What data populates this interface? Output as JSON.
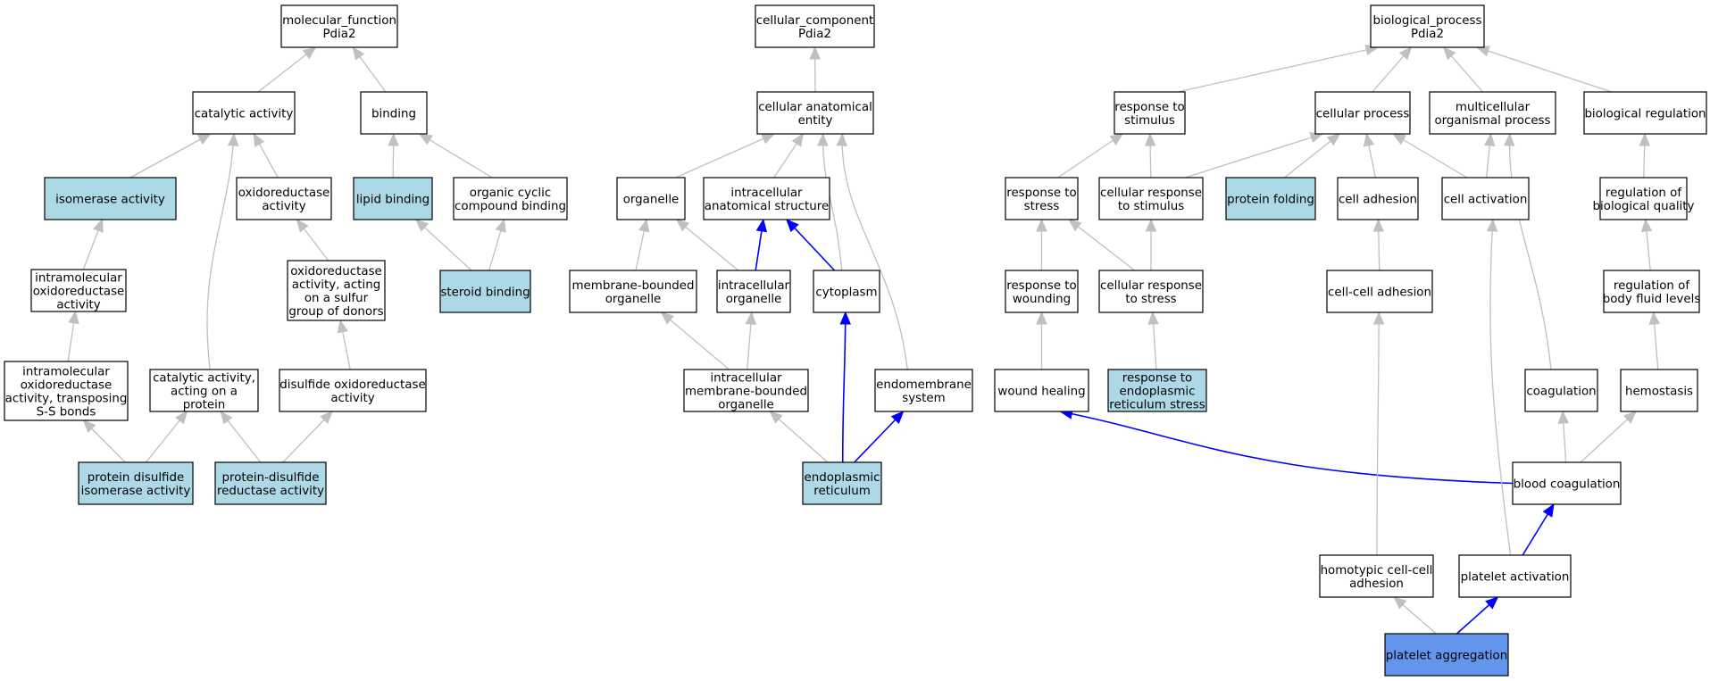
{
  "colors": {
    "default_fill": "#ffffff",
    "highlight_fill": "#add8e6",
    "focus_fill": "#6495ed",
    "gray_edge": "#c0c0c0",
    "blue_edge": "#0000ff"
  },
  "nodes": {
    "mf_root": {
      "lines": [
        "molecular_function",
        "Pdia2"
      ],
      "fill": "default"
    },
    "cat": {
      "lines": [
        "catalytic activity"
      ],
      "fill": "default"
    },
    "binding": {
      "lines": [
        "binding"
      ],
      "fill": "default"
    },
    "isomerase": {
      "lines": [
        "isomerase activity"
      ],
      "fill": "highlight"
    },
    "oxred": {
      "lines": [
        "oxidoreductase",
        "activity"
      ],
      "fill": "default"
    },
    "lipid": {
      "lines": [
        "lipid binding"
      ],
      "fill": "highlight"
    },
    "orgcyc": {
      "lines": [
        "organic cyclic",
        "compound binding"
      ],
      "fill": "default"
    },
    "intraox": {
      "lines": [
        "intramolecular",
        "oxidoreductase",
        "activity"
      ],
      "fill": "default"
    },
    "oxsulf": {
      "lines": [
        "oxidoreductase",
        "activity, acting",
        "on a sulfur",
        "group of donors"
      ],
      "fill": "default"
    },
    "steroid": {
      "lines": [
        "steroid binding"
      ],
      "fill": "highlight"
    },
    "intraoxss": {
      "lines": [
        "intramolecular",
        "oxidoreductase",
        "activity, transposing",
        "S-S bonds"
      ],
      "fill": "default"
    },
    "catprot": {
      "lines": [
        "catalytic activity,",
        "acting on a",
        "protein"
      ],
      "fill": "default"
    },
    "disulf": {
      "lines": [
        "disulfide oxidoreductase",
        "activity"
      ],
      "fill": "default"
    },
    "pdi": {
      "lines": [
        "protein disulfide",
        "isomerase activity"
      ],
      "fill": "highlight"
    },
    "pdr": {
      "lines": [
        "protein-disulfide",
        "reductase activity"
      ],
      "fill": "highlight"
    },
    "cc_root": {
      "lines": [
        "cellular_component",
        "Pdia2"
      ],
      "fill": "default"
    },
    "cae": {
      "lines": [
        "cellular anatomical",
        "entity"
      ],
      "fill": "default"
    },
    "organelle": {
      "lines": [
        "organelle"
      ],
      "fill": "default"
    },
    "ias": {
      "lines": [
        "intracellular",
        "anatomical structure"
      ],
      "fill": "default"
    },
    "mbo": {
      "lines": [
        "membrane-bounded",
        "organelle"
      ],
      "fill": "default"
    },
    "io": {
      "lines": [
        "intracellular",
        "organelle"
      ],
      "fill": "default"
    },
    "cyto": {
      "lines": [
        "cytoplasm"
      ],
      "fill": "default"
    },
    "imbo": {
      "lines": [
        "intracellular",
        "membrane-bounded",
        "organelle"
      ],
      "fill": "default"
    },
    "endo": {
      "lines": [
        "endomembrane",
        "system"
      ],
      "fill": "default"
    },
    "er": {
      "lines": [
        "endoplasmic",
        "reticulum"
      ],
      "fill": "highlight"
    },
    "bp_root": {
      "lines": [
        "biological_process",
        "Pdia2"
      ],
      "fill": "default"
    },
    "rstim": {
      "lines": [
        "response to",
        "stimulus"
      ],
      "fill": "default"
    },
    "cproc": {
      "lines": [
        "cellular process"
      ],
      "fill": "default"
    },
    "multi": {
      "lines": [
        "multicellular",
        "organismal process"
      ],
      "fill": "default"
    },
    "bioreg": {
      "lines": [
        "biological regulation"
      ],
      "fill": "default"
    },
    "rstress": {
      "lines": [
        "response to",
        "stress"
      ],
      "fill": "default"
    },
    "crstim": {
      "lines": [
        "cellular response",
        "to stimulus"
      ],
      "fill": "default"
    },
    "pfold": {
      "lines": [
        "protein folding"
      ],
      "fill": "highlight"
    },
    "cadh": {
      "lines": [
        "cell adhesion"
      ],
      "fill": "default"
    },
    "cact": {
      "lines": [
        "cell activation"
      ],
      "fill": "default"
    },
    "rbq": {
      "lines": [
        "regulation of",
        "biological quality"
      ],
      "fill": "default"
    },
    "rwound": {
      "lines": [
        "response to",
        "wounding"
      ],
      "fill": "default"
    },
    "crstress": {
      "lines": [
        "cellular response",
        "to stress"
      ],
      "fill": "default"
    },
    "ccadh": {
      "lines": [
        "cell-cell adhesion"
      ],
      "fill": "default"
    },
    "rbfl": {
      "lines": [
        "regulation of",
        "body fluid levels"
      ],
      "fill": "default"
    },
    "wheal": {
      "lines": [
        "wound healing"
      ],
      "fill": "default"
    },
    "rers": {
      "lines": [
        "response to",
        "endoplasmic",
        "reticulum stress"
      ],
      "fill": "highlight"
    },
    "coag": {
      "lines": [
        "coagulation"
      ],
      "fill": "default"
    },
    "hemo": {
      "lines": [
        "hemostasis"
      ],
      "fill": "default"
    },
    "bcoag": {
      "lines": [
        "blood coagulation"
      ],
      "fill": "default"
    },
    "hcca": {
      "lines": [
        "homotypic cell-cell",
        "adhesion"
      ],
      "fill": "default"
    },
    "pact": {
      "lines": [
        "platelet activation"
      ],
      "fill": "default"
    },
    "pagg": {
      "lines": [
        "platelet aggregation"
      ],
      "fill": "focus"
    }
  },
  "edges": [
    {
      "from": "cat",
      "to": "mf_root",
      "style": "gray"
    },
    {
      "from": "binding",
      "to": "mf_root",
      "style": "gray"
    },
    {
      "from": "isomerase",
      "to": "cat",
      "style": "gray"
    },
    {
      "from": "oxred",
      "to": "cat",
      "style": "gray"
    },
    {
      "from": "catprot",
      "to": "cat",
      "style": "gray"
    },
    {
      "from": "lipid",
      "to": "binding",
      "style": "gray"
    },
    {
      "from": "orgcyc",
      "to": "binding",
      "style": "gray"
    },
    {
      "from": "intraox",
      "to": "isomerase",
      "style": "gray"
    },
    {
      "from": "oxsulf",
      "to": "oxred",
      "style": "gray"
    },
    {
      "from": "steroid",
      "to": "lipid",
      "style": "gray"
    },
    {
      "from": "steroid",
      "to": "orgcyc",
      "style": "gray"
    },
    {
      "from": "intraoxss",
      "to": "intraox",
      "style": "gray"
    },
    {
      "from": "disulf",
      "to": "oxsulf",
      "style": "gray"
    },
    {
      "from": "pdi",
      "to": "intraoxss",
      "style": "gray"
    },
    {
      "from": "pdi",
      "to": "catprot",
      "style": "gray"
    },
    {
      "from": "pdr",
      "to": "catprot",
      "style": "gray"
    },
    {
      "from": "pdr",
      "to": "disulf",
      "style": "gray"
    },
    {
      "from": "cae",
      "to": "cc_root",
      "style": "gray"
    },
    {
      "from": "organelle",
      "to": "cae",
      "style": "gray"
    },
    {
      "from": "ias",
      "to": "cae",
      "style": "gray"
    },
    {
      "from": "cyto",
      "to": "cae",
      "style": "gray"
    },
    {
      "from": "endo",
      "to": "cae",
      "style": "gray"
    },
    {
      "from": "mbo",
      "to": "organelle",
      "style": "gray"
    },
    {
      "from": "io",
      "to": "organelle",
      "style": "gray"
    },
    {
      "from": "io",
      "to": "ias",
      "style": "blue"
    },
    {
      "from": "cyto",
      "to": "ias",
      "style": "blue"
    },
    {
      "from": "imbo",
      "to": "mbo",
      "style": "gray"
    },
    {
      "from": "imbo",
      "to": "io",
      "style": "gray"
    },
    {
      "from": "er",
      "to": "imbo",
      "style": "gray"
    },
    {
      "from": "er",
      "to": "cyto",
      "style": "blue"
    },
    {
      "from": "er",
      "to": "endo",
      "style": "blue"
    },
    {
      "from": "rstim",
      "to": "bp_root",
      "style": "gray"
    },
    {
      "from": "cproc",
      "to": "bp_root",
      "style": "gray"
    },
    {
      "from": "multi",
      "to": "bp_root",
      "style": "gray"
    },
    {
      "from": "bioreg",
      "to": "bp_root",
      "style": "gray"
    },
    {
      "from": "rstress",
      "to": "rstim",
      "style": "gray"
    },
    {
      "from": "crstim",
      "to": "rstim",
      "style": "gray"
    },
    {
      "from": "crstim",
      "to": "cproc",
      "style": "gray"
    },
    {
      "from": "pfold",
      "to": "cproc",
      "style": "gray"
    },
    {
      "from": "cadh",
      "to": "cproc",
      "style": "gray"
    },
    {
      "from": "cact",
      "to": "cproc",
      "style": "gray"
    },
    {
      "from": "cact",
      "to": "multi",
      "style": "gray"
    },
    {
      "from": "rbq",
      "to": "bioreg",
      "style": "gray"
    },
    {
      "from": "rwound",
      "to": "rstress",
      "style": "gray"
    },
    {
      "from": "crstress",
      "to": "rstress",
      "style": "gray"
    },
    {
      "from": "crstress",
      "to": "crstim",
      "style": "gray"
    },
    {
      "from": "ccadh",
      "to": "cadh",
      "style": "gray"
    },
    {
      "from": "rbfl",
      "to": "rbq",
      "style": "gray"
    },
    {
      "from": "wheal",
      "to": "rwound",
      "style": "gray"
    },
    {
      "from": "rers",
      "to": "crstress",
      "style": "gray"
    },
    {
      "from": "coag",
      "to": "multi",
      "style": "gray"
    },
    {
      "from": "hemo",
      "to": "rbfl",
      "style": "gray"
    },
    {
      "from": "bcoag",
      "to": "wheal",
      "style": "blue"
    },
    {
      "from": "bcoag",
      "to": "coag",
      "style": "gray"
    },
    {
      "from": "bcoag",
      "to": "hemo",
      "style": "gray"
    },
    {
      "from": "hcca",
      "to": "ccadh",
      "style": "gray"
    },
    {
      "from": "pact",
      "to": "cact",
      "style": "gray"
    },
    {
      "from": "pact",
      "to": "bcoag",
      "style": "blue"
    },
    {
      "from": "pagg",
      "to": "hcca",
      "style": "gray"
    },
    {
      "from": "pagg",
      "to": "pact",
      "style": "blue"
    }
  ]
}
